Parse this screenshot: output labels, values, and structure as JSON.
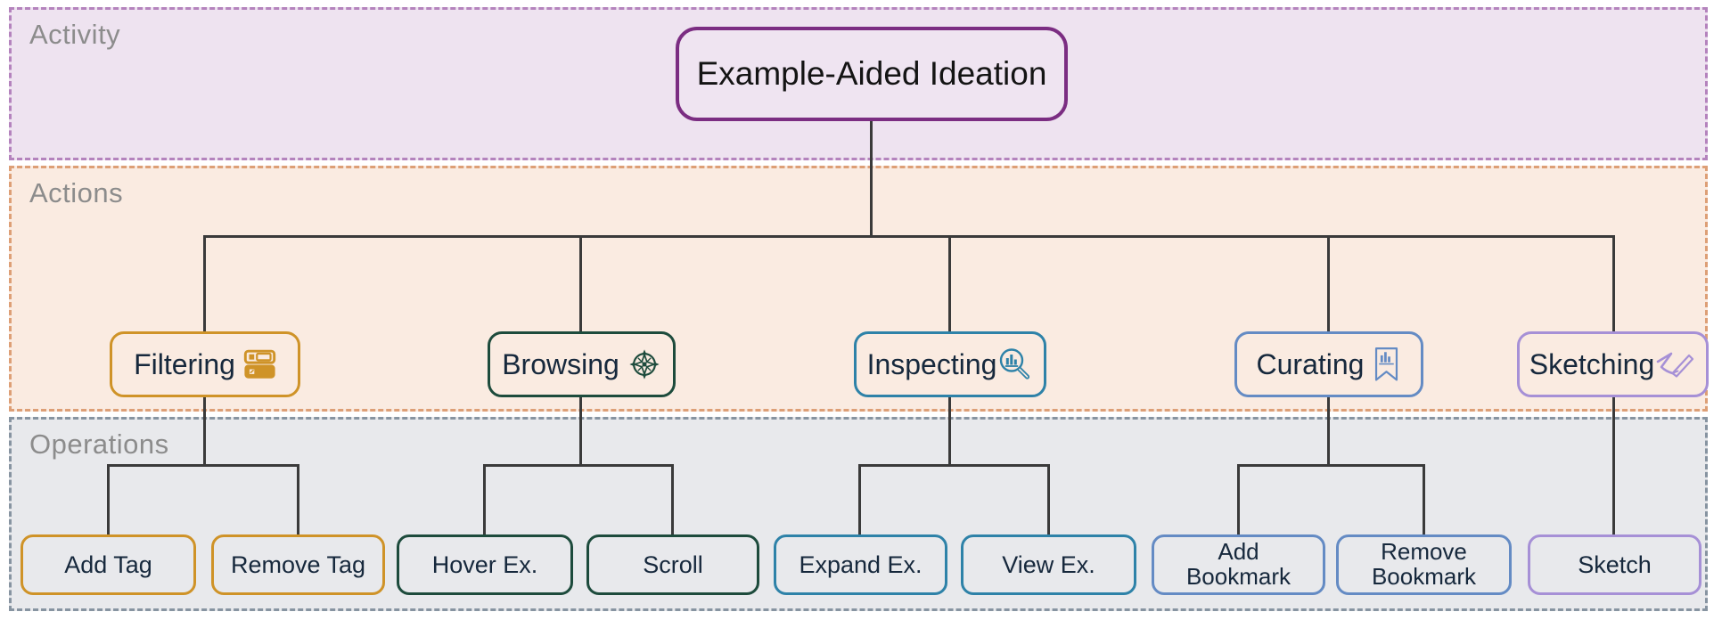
{
  "bands": {
    "activity": {
      "label": "Activity"
    },
    "actions": {
      "label": "Actions"
    },
    "operations": {
      "label": "Operations"
    }
  },
  "root": {
    "label": "Example-Aided Ideation"
  },
  "actions": [
    {
      "label": "Filtering",
      "icon": "filter-icon",
      "accent": "#cf9328"
    },
    {
      "label": "Browsing",
      "icon": "compass-icon",
      "accent": "#1d4b3c"
    },
    {
      "label": "Inspecting",
      "icon": "magnifier-chart-icon",
      "accent": "#2e82a8"
    },
    {
      "label": "Curating",
      "icon": "bookmark-chart-icon",
      "accent": "#648bc4"
    },
    {
      "label": "Sketching",
      "icon": "pen-squiggle-icon",
      "accent": "#a690d6"
    }
  ],
  "operations": [
    {
      "label": "Add Tag",
      "parent": "Filtering",
      "accent": "#cf9328"
    },
    {
      "label": "Remove Tag",
      "parent": "Filtering",
      "accent": "#cf9328"
    },
    {
      "label": "Hover Ex.",
      "parent": "Browsing",
      "accent": "#1d4b3c"
    },
    {
      "label": "Scroll",
      "parent": "Browsing",
      "accent": "#1d4b3c"
    },
    {
      "label": "Expand Ex.",
      "parent": "Inspecting",
      "accent": "#2e82a8"
    },
    {
      "label": "View Ex.",
      "parent": "Inspecting",
      "accent": "#2e82a8"
    },
    {
      "label": "Add Bookmark",
      "parent": "Curating",
      "accent": "#648bc4"
    },
    {
      "label": "Remove Bookmark",
      "parent": "Curating",
      "accent": "#648bc4"
    },
    {
      "label": "Sketch",
      "parent": "Sketching",
      "accent": "#a690d6"
    }
  ],
  "colors": {
    "activity_band_bg": "#eee3f0",
    "activity_band_border": "#b483bd",
    "actions_band_bg": "#faebe1",
    "actions_band_border": "#dd9f76",
    "operations_band_bg": "#e8e9ec",
    "operations_band_border": "#8794a1",
    "root_border": "#7b2d82",
    "connector": "#3a3a3a",
    "node_text": "#16283c",
    "band_label_text": "#8c8c8c"
  }
}
